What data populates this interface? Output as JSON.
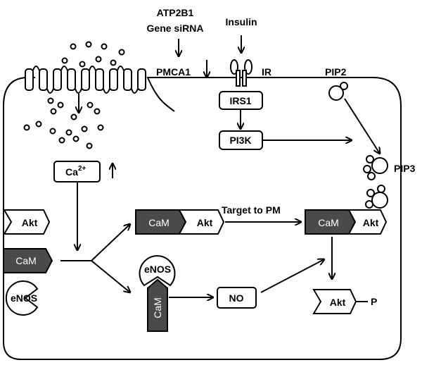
{
  "labels": {
    "atp2b1_line1": "ATP2B1",
    "atp2b1_line2": "Gene siRNA",
    "insulin": "Insulin",
    "pmca1": "PMCA1",
    "ir": "IR",
    "pip2": "PIP2",
    "pip3": "PIP3",
    "irs1": "IRS1",
    "pi3k": "PI3K",
    "ca_base": "Ca",
    "ca_sup": "2+",
    "akt_left": "Akt",
    "cam_left": "CaM",
    "enos_left": "eNOS",
    "cam_complex_1": "CaM",
    "akt_complex_1": "Akt",
    "target_to_pm": "Target to PM",
    "cam_complex_2": "CaM",
    "akt_complex_2": "Akt",
    "enos_complex": "eNOS",
    "cam_vertical": "CaM",
    "no": "NO",
    "akt_phospho": "Akt",
    "phospho": "P"
  },
  "colors": {
    "dark_fill": "#4a4a4a",
    "stroke": "#000000",
    "background": "#ffffff"
  }
}
